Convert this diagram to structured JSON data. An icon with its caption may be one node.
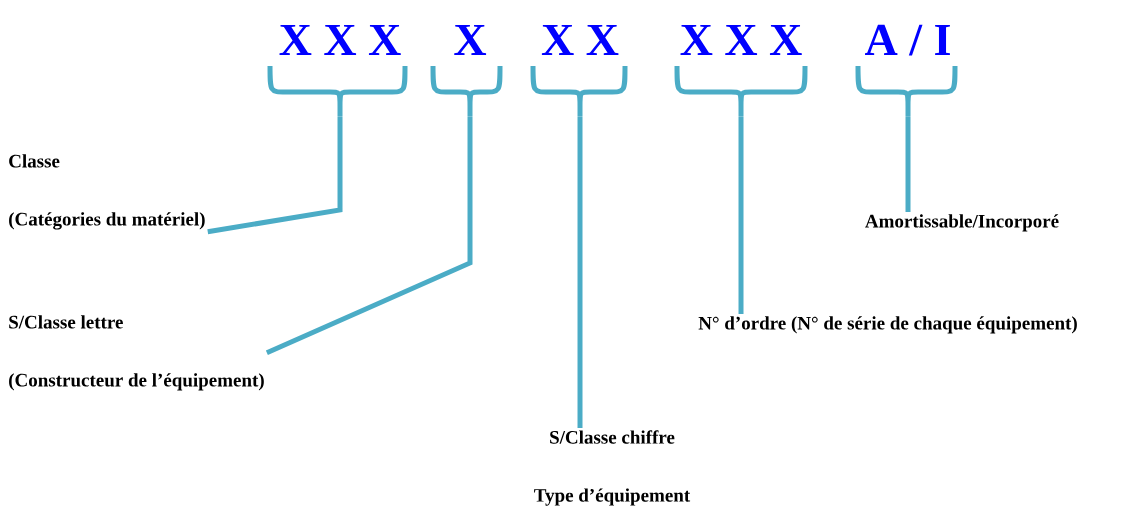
{
  "diagram": {
    "nodes": [
      {
        "text": [
          "X X X"
        ]
      },
      {
        "text": [
          "X"
        ]
      },
      {
        "text": [
          "X X"
        ]
      },
      {
        "text": [
          "X X X"
        ]
      },
      {
        "text": [
          "A / I"
        ]
      },
      {
        "text": [
          "Classe",
          "(Catégories du matériel)"
        ]
      },
      {
        "text": [
          "Amortissable/Incorporé"
        ]
      },
      {
        "text": [
          "S/Classe lettre",
          "(Constructeur de l’équipement)"
        ]
      },
      {
        "text": [
          "N° d’ordre (N° de série de chaque équipement)"
        ]
      },
      {
        "text": [
          "S/Classe chiffre",
          "Type d’équipement"
        ]
      }
    ],
    "edges": [
      {
        "from": 0,
        "to": 5,
        "arrow": "none"
      },
      {
        "from": 1,
        "to": 7,
        "arrow": "none"
      },
      {
        "from": 2,
        "to": 9,
        "arrow": "none"
      },
      {
        "from": 3,
        "to": 8,
        "arrow": "none"
      },
      {
        "from": 4,
        "to": 6,
        "arrow": "none"
      }
    ]
  }
}
